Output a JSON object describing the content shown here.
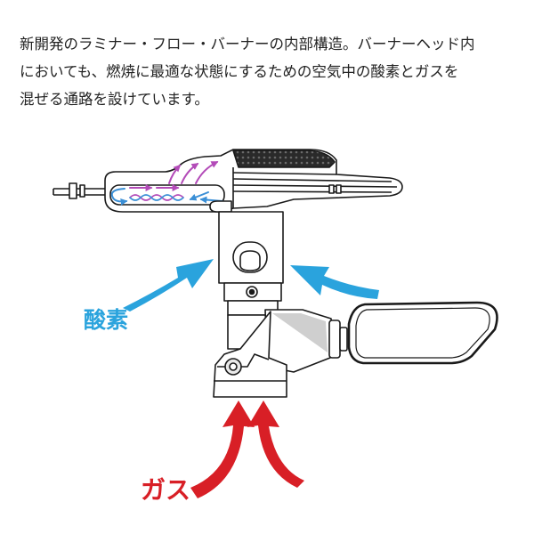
{
  "description_lines": [
    "新開発のラミナー・フロー・バーナーの内部構造。バーナーヘッド内",
    "においても、燃焼に最適な状態にするための空気中の酸素とガスを",
    "混ぜる通路を設けています。"
  ],
  "labels": {
    "oxygen": "酸素",
    "gas": "ガス"
  },
  "colors": {
    "oxygen_arrow": "#2aa3dd",
    "gas_arrow": "#d81f26",
    "flow_purple": "#b34bb8",
    "flow_blue": "#3a8fd6",
    "outline": "#1a1a1a"
  }
}
